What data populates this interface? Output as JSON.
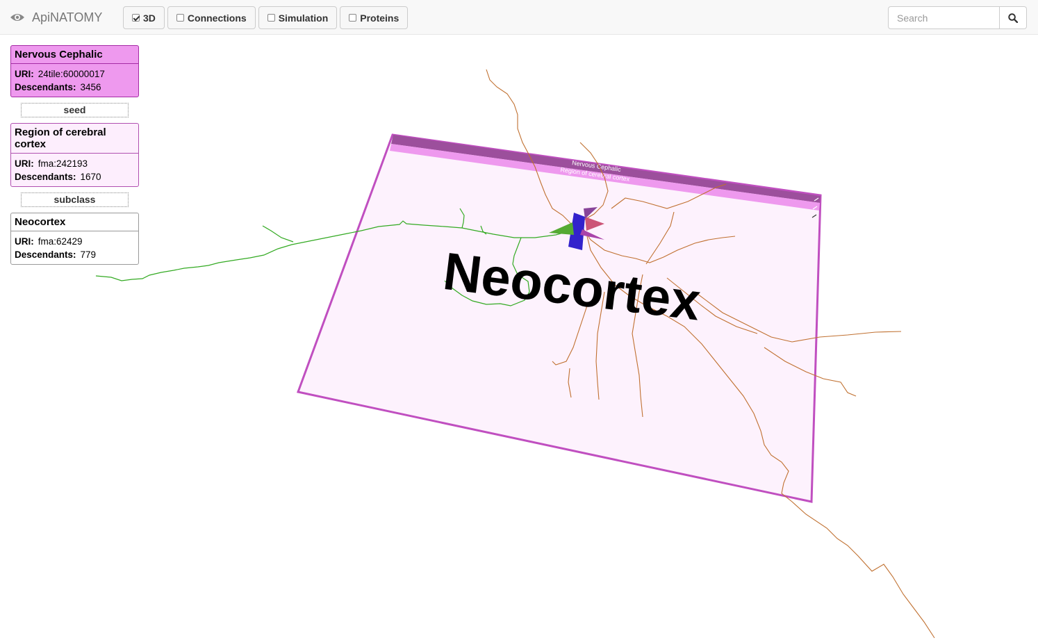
{
  "app": {
    "brand": "ApiNATOMY"
  },
  "toolbar": {
    "toggles": [
      {
        "label": "3D",
        "checked": true
      },
      {
        "label": "Connections",
        "checked": false
      },
      {
        "label": "Simulation",
        "checked": false
      },
      {
        "label": "Proteins",
        "checked": false
      }
    ],
    "search_placeholder": "Search"
  },
  "panel": {
    "cards": [
      {
        "title": "Nervous Cephalic",
        "uri_label": "URI:",
        "uri": "24tile:60000017",
        "desc_label": "Descendants:",
        "descendants": "3456"
      },
      {
        "title": "Region of cerebral cortex",
        "uri_label": "URI:",
        "uri": "fma:242193",
        "desc_label": "Descendants:",
        "descendants": "1670"
      },
      {
        "title": "Neocortex",
        "uri_label": "URI:",
        "uri": "fma:62429",
        "desc_label": "Descendants:",
        "descendants": "779"
      }
    ],
    "relations": [
      "seed",
      "subclass"
    ]
  },
  "scene": {
    "tile_outer_label": "Nervous Cephalic",
    "tile_inner_label": "Region of cerebral cortex",
    "main_label": "Neocortex",
    "colors": {
      "tile_fill": "#fdf2fd",
      "tile_border": "#c04fc0",
      "header_dark": "#9c4f9c",
      "header_light": "#ee99ee",
      "green_neuron": "#33aa22",
      "orange_neuron": "#c07030"
    }
  }
}
